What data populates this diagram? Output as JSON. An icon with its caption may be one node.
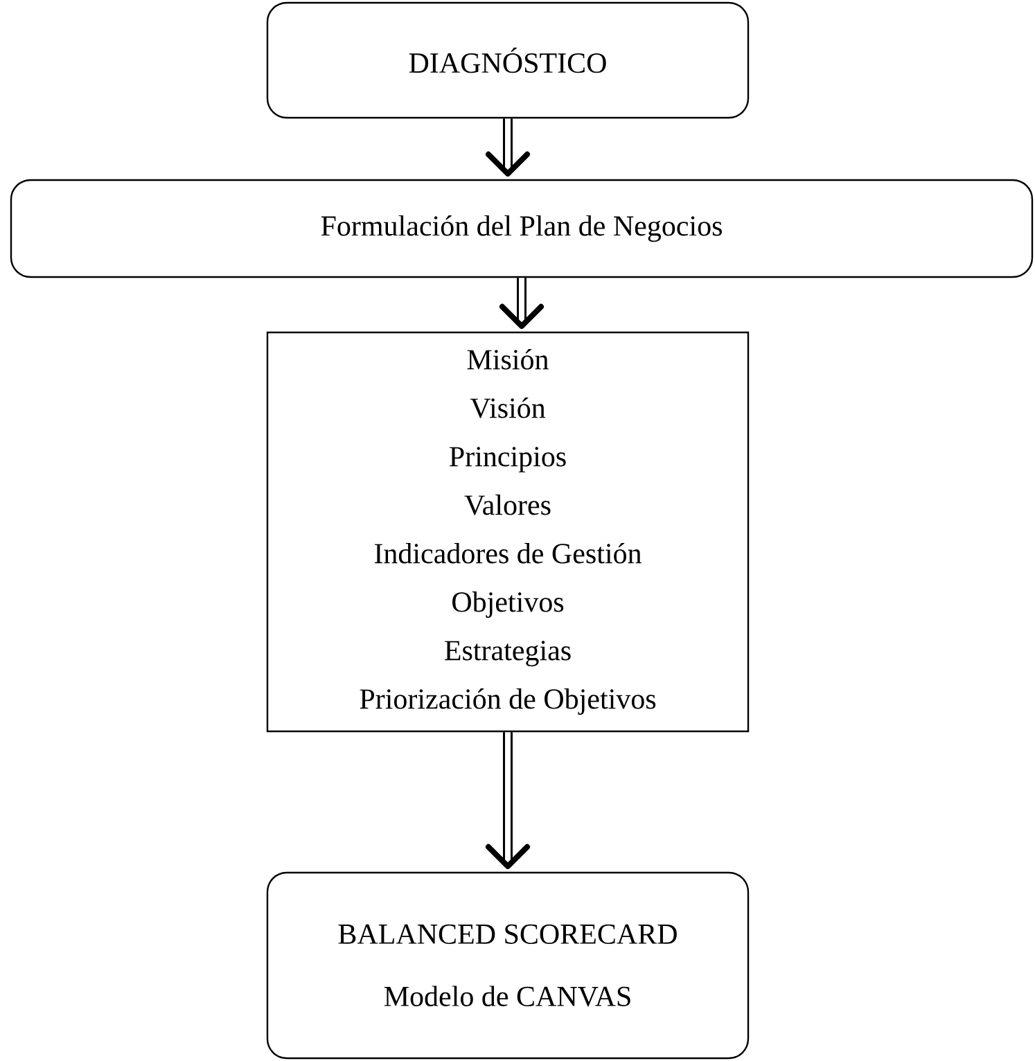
{
  "diagram": {
    "nodes": [
      {
        "text": [
          "DIAGNÓSTICO"
        ]
      },
      {
        "text": [
          "Formulación del Plan de Negocios"
        ]
      },
      {
        "text": [
          "Misión",
          "Visión",
          "Principios",
          "Valores",
          "Indicadores de Gestión",
          "Objetivos",
          "Estrategias",
          "Priorización de Objetivos"
        ]
      },
      {
        "text": [
          "BALANCED SCORECARD",
          "Modelo de CANVAS"
        ]
      }
    ],
    "edges": [
      {
        "from": 0,
        "to": 1,
        "arrow": "to"
      },
      {
        "from": 1,
        "to": 2,
        "arrow": "to"
      },
      {
        "from": 2,
        "to": 3,
        "arrow": "to"
      }
    ]
  }
}
